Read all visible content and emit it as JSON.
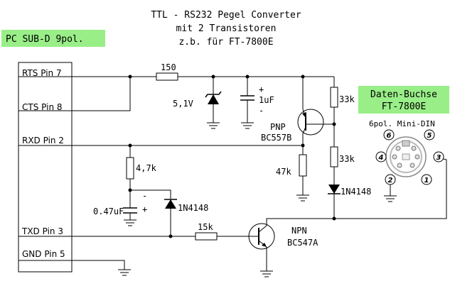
{
  "title": {
    "line1": "TTL - RS232 Pegel Converter",
    "line2": "mit 2 Transistoren",
    "line3": "z.b. für FT-7800E"
  },
  "pc_box": {
    "label": "PC SUB-D 9pol."
  },
  "pins": {
    "rts": "RTS Pin 7",
    "cts": "CTS Pin 8",
    "rxd": "RXD Pin 2",
    "txd": "TXD Pin 3",
    "gnd": "GND Pin 5"
  },
  "radio_box": {
    "line1": "Daten-Buchse",
    "line2": "FT-7800E"
  },
  "mini_din": {
    "label": "6pol. Mini-DIN",
    "pins": [
      "6",
      "5",
      "4",
      "3",
      "2",
      "1"
    ]
  },
  "components": {
    "r_150": "150",
    "zener": "5,1V",
    "cap_1uf": "1uF",
    "cap_plus": "+",
    "cap_minus": "-",
    "r_33k_top": "33k",
    "r_33k_bottom": "33k",
    "pnp_type": "PNP",
    "pnp_part": "BC557B",
    "r_47k": "47k",
    "diode_right": "1N4148",
    "r_4_7k": "4,7k",
    "cap_047": "0.47uF",
    "cap2_minus": "-",
    "cap2_plus": "+",
    "diode_left": "1N4148",
    "r_15k": "15k",
    "npn_type": "NPN",
    "npn_part": "BC547A"
  },
  "colors": {
    "label_box": "#99ee88",
    "wire": "#000000",
    "background": "#ffffff"
  }
}
